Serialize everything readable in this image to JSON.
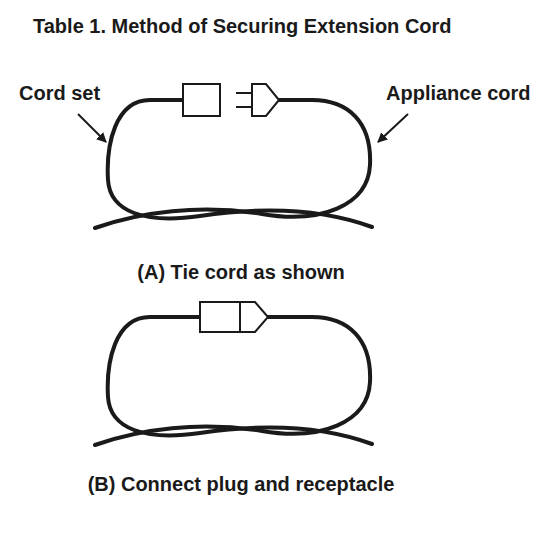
{
  "diagram": {
    "title": "Table 1. Method of Securing Extension Cord",
    "labels": [
      "Cord set",
      "Appliance cord",
      "(A) Tie cord as shown",
      "(B) Connect plug and receptacle"
    ]
  }
}
